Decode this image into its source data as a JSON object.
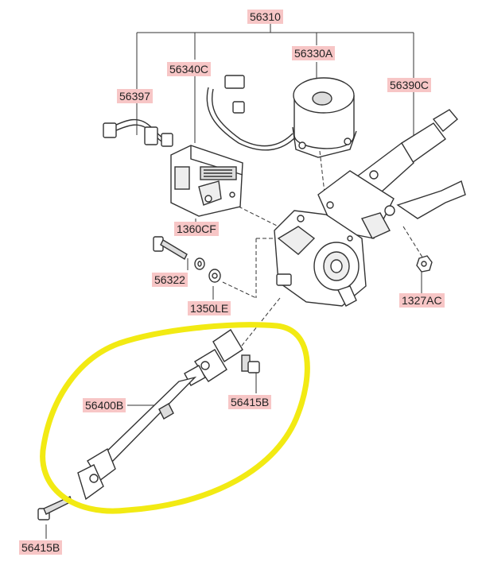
{
  "diagram": {
    "part_labels": {
      "p56310": "56310",
      "p56330A": "56330A",
      "p56340C": "56340C",
      "p56390C": "56390C",
      "p56397": "56397",
      "p1360CF": "1360CF",
      "p56322": "56322",
      "p1350LE": "1350LE",
      "p1327AC": "1327AC",
      "p56400B": "56400B",
      "p56415B_a": "56415B",
      "p56415B_b": "56415B"
    },
    "colors": {
      "label_background": "#f7c6c6",
      "highlight_outline": "#f2ea13",
      "line_art": "#333333"
    }
  }
}
